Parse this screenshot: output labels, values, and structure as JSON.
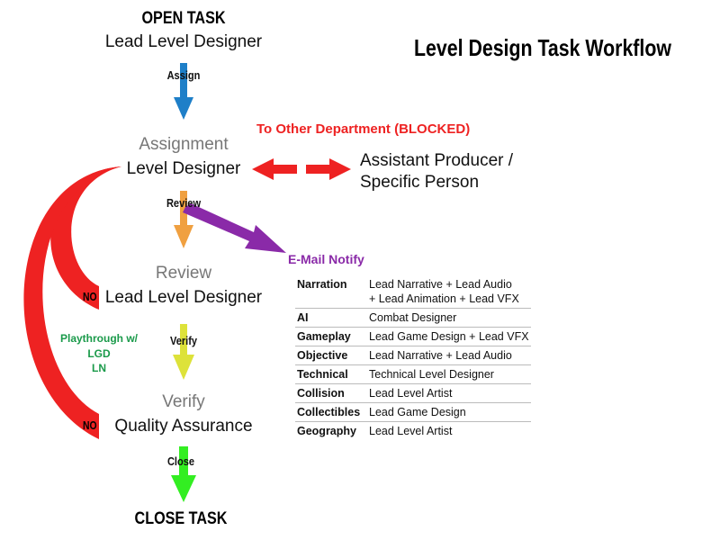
{
  "title": "Level Design Task Workflow",
  "open_task": "OPEN TASK",
  "open_owner": "Lead Level Designer",
  "assign_label": "Assign",
  "blocked_label": "To Other Department (BLOCKED)",
  "assignment_stage": "Assignment",
  "assignment_owner": "Level Designer",
  "other_dept_line1": "Assistant Producer /",
  "other_dept_line2": "Specific Person",
  "review_label": "Review",
  "email_notify": "E-Mail Notify",
  "review_stage": "Review",
  "review_owner": "Lead Level Designer",
  "no_label": "NO",
  "playthrough": [
    "Playthrough w/",
    "LGD",
    "LN"
  ],
  "verify_label": "Verify",
  "verify_stage": "Verify",
  "verify_owner": "Quality Assurance",
  "close_label": "Close",
  "close_task": "CLOSE TASK",
  "notify_table": [
    {
      "category": "Narration",
      "reviewers": [
        "Lead Narrative + Lead Audio",
        "+ Lead Animation + Lead VFX"
      ]
    },
    {
      "category": "AI",
      "reviewers": [
        "Combat Designer"
      ]
    },
    {
      "category": "Gameplay",
      "reviewers": [
        "Lead Game Design + Lead VFX"
      ]
    },
    {
      "category": "Objective",
      "reviewers": [
        "Lead Narrative + Lead Audio"
      ]
    },
    {
      "category": "Technical",
      "reviewers": [
        "Technical Level Designer"
      ]
    },
    {
      "category": "Collision",
      "reviewers": [
        "Lead Level Artist"
      ]
    },
    {
      "category": "Collectibles",
      "reviewers": [
        "Lead Game Design"
      ]
    },
    {
      "category": "Geography",
      "reviewers": [
        "Lead Level Artist"
      ]
    }
  ],
  "colors": {
    "red": "#ee2222",
    "blue": "#1e7fc8",
    "orange": "#f0a040",
    "purple": "#8a2aa8",
    "yellow": "#dde23a",
    "green": "#33ee22",
    "playthrough": "#1a9a4a"
  }
}
